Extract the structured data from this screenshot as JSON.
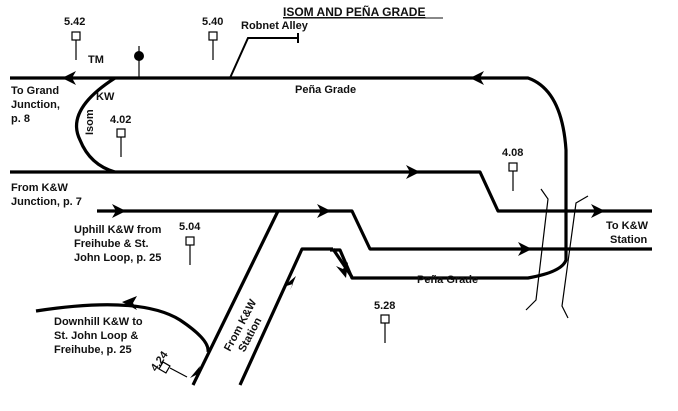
{
  "title": "ISOM AND PEÑA GRADE",
  "colors": {
    "track": "#000000",
    "background": "#ffffff",
    "text": "#111111"
  },
  "labels": {
    "robnet_alley": "Robnet Alley",
    "tm": "TM",
    "kw": "KW",
    "isom": "Isom",
    "pena_grade_upper": "Peña Grade",
    "pena_grade_lower": "Peña Grade",
    "to_grand_junction": [
      "To Grand",
      "Junction,",
      "p. 8"
    ],
    "from_kw_junction": [
      "From K&W",
      "Junction, p. 7"
    ],
    "uphill_kw": [
      "Uphill K&W from",
      "Freihube & St.",
      "John Loop, p. 25"
    ],
    "downhill_kw": [
      "Downhill K&W to",
      "St. John Loop &",
      "Freihube, p. 25"
    ],
    "from_kw_station": [
      "From K&W",
      "Station"
    ],
    "to_kw_station": [
      "To K&W",
      "Station"
    ]
  },
  "signals": [
    {
      "id": "5.42",
      "label": "5.42"
    },
    {
      "id": "5.40",
      "label": "5.40"
    },
    {
      "id": "4.02",
      "label": "4.02"
    },
    {
      "id": "4.08",
      "label": "4.08"
    },
    {
      "id": "5.04",
      "label": "5.04"
    },
    {
      "id": "5.28",
      "label": "5.28"
    },
    {
      "id": "4.24",
      "label": "4.24"
    }
  ]
}
